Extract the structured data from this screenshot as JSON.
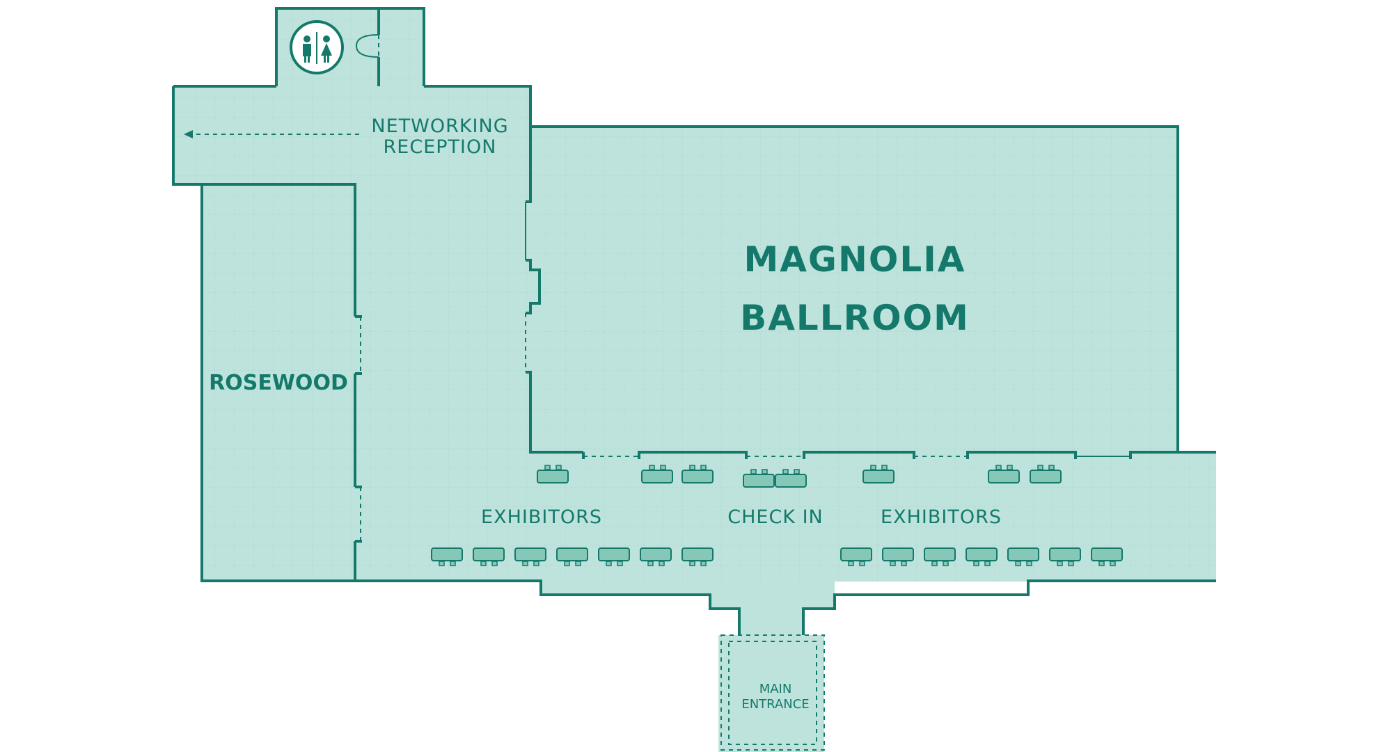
{
  "labels": {
    "magnolia_line1": "MAGNOLIA",
    "magnolia_line2": "BALLROOM",
    "rosewood": "ROSEWOOD",
    "networking_line1": "NETWORKING",
    "networking_line2": "RECEPTION",
    "exhibitors_left": "EXHIBITORS",
    "check_in": "CHECK IN",
    "exhibitors_right": "EXHIBITORS",
    "main_entrance_line1": "MAIN",
    "main_entrance_line2": "ENTRANCE"
  },
  "icons": {
    "restroom": "restroom-icon",
    "direction_arrow": "arrow-left-icon"
  },
  "colors": {
    "floor": "#bde3dc",
    "wall": "#14796b",
    "table": "#85c8b8",
    "background": "#ffffff"
  }
}
